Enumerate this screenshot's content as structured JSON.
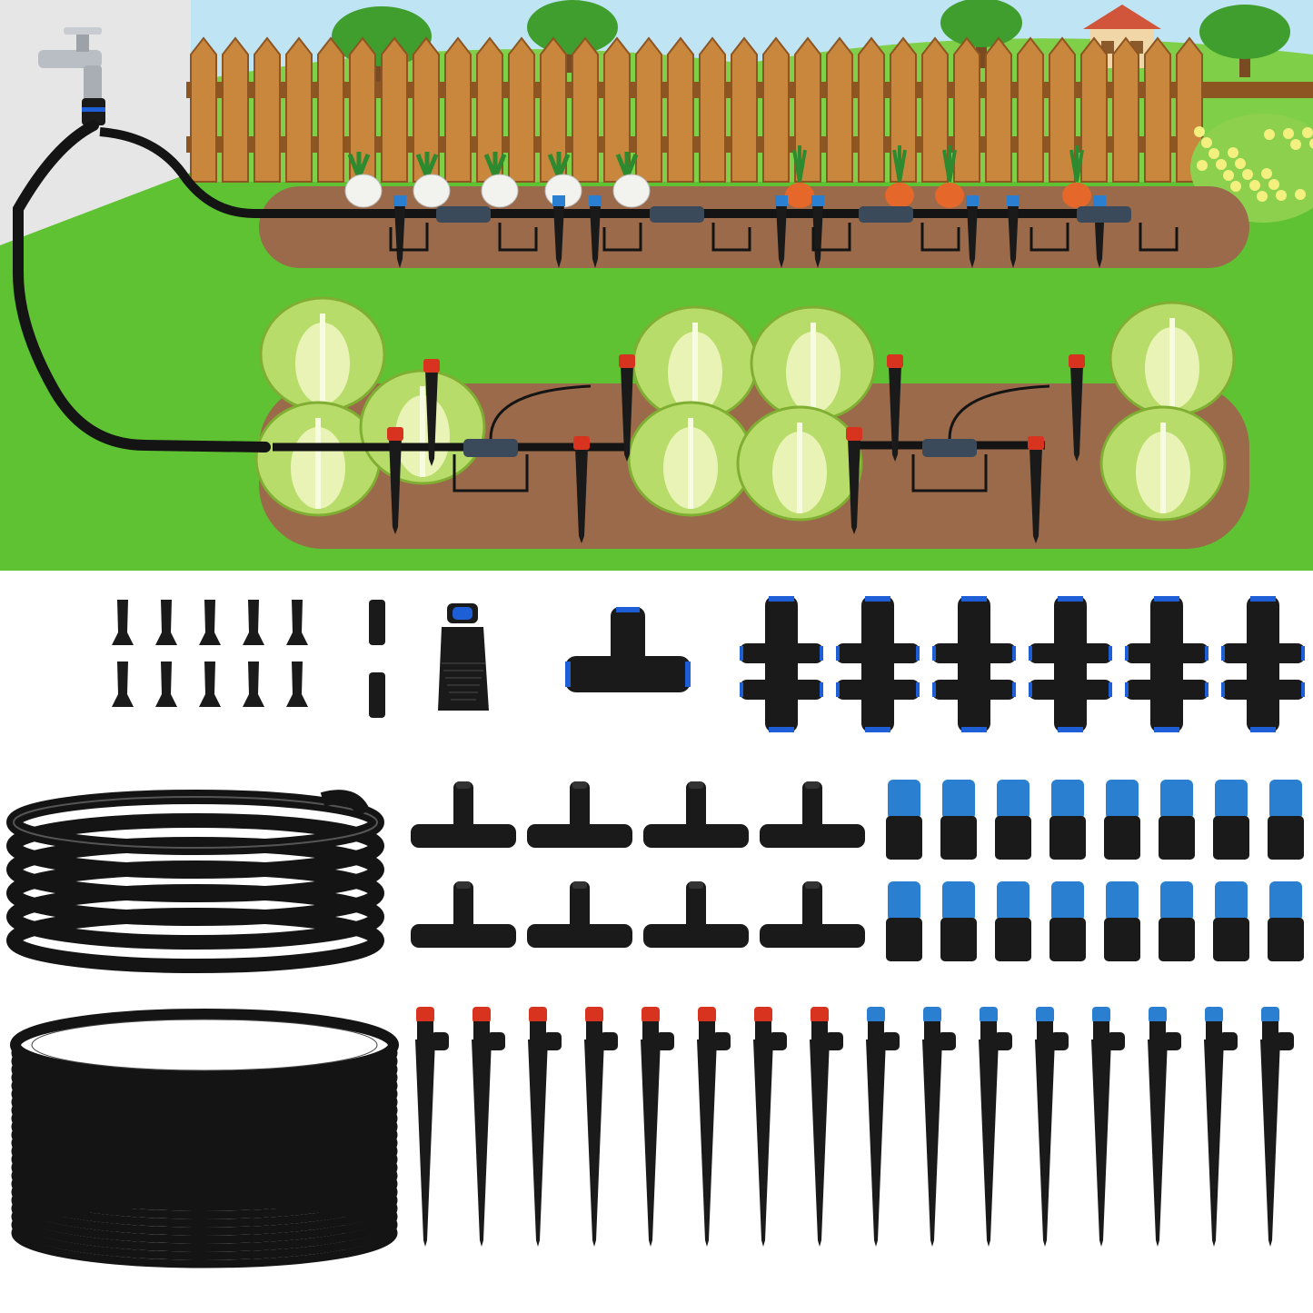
{
  "colors": {
    "sky": "#bfe4f4",
    "grass": "#5fc232",
    "grass_dark": "#3e9a22",
    "hill": "#7fcf48",
    "fence": "#c9873e",
    "fence_dark": "#8d5522",
    "soil": "#9a6a4a",
    "soil_dark": "#7a4e33",
    "wall": "#e6e6e6",
    "hose": "#141414",
    "part_black": "#1a1a1a",
    "cap_red": "#d8331f",
    "cap_blue": "#2a7fd0",
    "ring_blue": "#1e5fd8",
    "lettuce": "#b8dc6a",
    "lettuce_light": "#e8f3b5",
    "carrot": "#e5682a",
    "radish": "#f2f2ee",
    "flower": "#f4f080",
    "tree": "#3f9e2e",
    "house_roof": "#d0553a",
    "house_wall": "#f1d7a8",
    "background": "#ffffff"
  },
  "components": {
    "plugs": 10,
    "mini_connectors": 2,
    "faucet_adapters": 1,
    "large_tees": 1,
    "manifolds_6way": 6,
    "small_tees": 8,
    "blue_connectors": 16,
    "red_stakes": 8,
    "blue_stakes": 8,
    "tubing_coils": 2
  }
}
